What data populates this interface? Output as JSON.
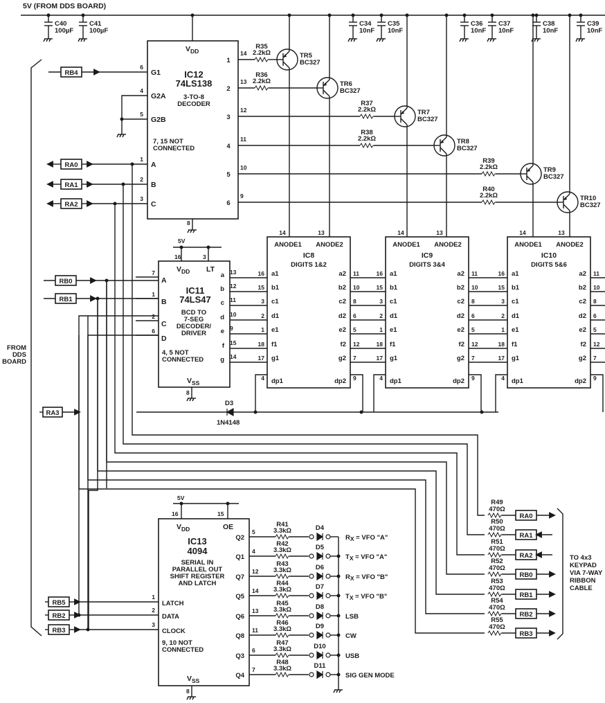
{
  "title": "5V (FROM DDS BOARD)",
  "side_labels": {
    "from_dds": [
      "FROM",
      "DDS",
      "BOARD"
    ],
    "to_keypad": [
      "TO 4x3",
      "KEYPAD",
      "VIA 7-WAY",
      "RIBBON",
      "CABLE"
    ]
  },
  "supply": {
    "five_v": "5V",
    "ground_symbol": "ground-icon"
  },
  "capacitors": [
    {
      "ref": "C40",
      "value": "100µF"
    },
    {
      "ref": "C41",
      "value": "100µF"
    },
    {
      "ref": "C34",
      "value": "10nF"
    },
    {
      "ref": "C35",
      "value": "10nF"
    },
    {
      "ref": "C36",
      "value": "10nF"
    },
    {
      "ref": "C37",
      "value": "10nF"
    },
    {
      "ref": "C38",
      "value": "10nF"
    },
    {
      "ref": "C39",
      "value": "10nF"
    }
  ],
  "ic12": {
    "ref": "IC12",
    "part": "74LS138",
    "desc1": "3-TO-8",
    "desc2": "DECODER",
    "note1": "7, 15 NOT",
    "note2": "CONNECTED",
    "vdd": "V",
    "vdd_sub": "DD",
    "gnd_pin": "8",
    "inputs": [
      {
        "pin": "6",
        "name": "G1"
      },
      {
        "pin": "4",
        "name": "G2A"
      },
      {
        "pin": "5",
        "name": "G2B"
      },
      {
        "pin": "1",
        "name": "A"
      },
      {
        "pin": "2",
        "name": "B"
      },
      {
        "pin": "3",
        "name": "C"
      }
    ],
    "outputs": [
      {
        "pin": "1",
        "ext": "14"
      },
      {
        "pin": "2",
        "ext": "13"
      },
      {
        "pin": "3",
        "ext": "12"
      },
      {
        "pin": "4",
        "ext": "11"
      },
      {
        "pin": "5",
        "ext": "10"
      },
      {
        "pin": "6",
        "ext": "9"
      }
    ]
  },
  "transistors": [
    {
      "ref": "TR5",
      "part": "BC327",
      "r_ref": "R35",
      "r_val": "2.2kΩ"
    },
    {
      "ref": "TR6",
      "part": "BC327",
      "r_ref": "R36",
      "r_val": "2.2kΩ"
    },
    {
      "ref": "TR7",
      "part": "BC327",
      "r_ref": "R37",
      "r_val": "2.2kΩ"
    },
    {
      "ref": "TR8",
      "part": "BC327",
      "r_ref": "R38",
      "r_val": "2.2kΩ"
    },
    {
      "ref": "TR9",
      "part": "BC327",
      "r_ref": "R39",
      "r_val": "2.2kΩ"
    },
    {
      "ref": "TR10",
      "part": "BC327",
      "r_ref": "R40",
      "r_val": "2.2kΩ"
    }
  ],
  "ports_left": {
    "rb4": "RB4",
    "ra0": "RA0",
    "ra1": "RA1",
    "ra2": "RA2",
    "rb0": "RB0",
    "rb1": "RB1",
    "ra3": "RA3",
    "rb5": "RB5",
    "rb2": "RB2",
    "rb3": "RB3"
  },
  "ic11": {
    "ref": "IC11",
    "part": "74LS47",
    "desc": [
      "BCD TO",
      "7-SEG",
      "DECODER/",
      "DRIVER"
    ],
    "note1": "4, 5 NOT",
    "note2": "CONNECTED",
    "vdd_pin": "16",
    "lt_pin": "3",
    "lt": "LT",
    "vss": "V",
    "vss_sub": "SS",
    "vdd": "V",
    "vdd_sub": "DD",
    "gnd_pin": "8",
    "inputs": [
      {
        "pin": "7",
        "name": "A"
      },
      {
        "pin": "1",
        "name": "B"
      },
      {
        "pin": "2",
        "name": "C"
      },
      {
        "pin": "6",
        "name": "D"
      }
    ],
    "outputs": [
      {
        "seg": "a",
        "pin": "13"
      },
      {
        "seg": "b",
        "pin": "12"
      },
      {
        "seg": "c",
        "pin": "11"
      },
      {
        "seg": "d",
        "pin": "10"
      },
      {
        "seg": "e",
        "pin": "9"
      },
      {
        "seg": "f",
        "pin": "15"
      },
      {
        "seg": "g",
        "pin": "14"
      }
    ]
  },
  "displays": [
    {
      "ref": "IC8",
      "digits": "DIGITS 1&2"
    },
    {
      "ref": "IC9",
      "digits": "DIGITS 3&4"
    },
    {
      "ref": "IC10",
      "digits": "DIGITS 5&6"
    }
  ],
  "display_pins": {
    "anode1": "ANODE1",
    "anode2": "ANODE2",
    "anode1_pin": "14",
    "anode2_pin": "13",
    "left": [
      {
        "pin": "16",
        "name": "a1"
      },
      {
        "pin": "15",
        "name": "b1"
      },
      {
        "pin": "3",
        "name": "c1"
      },
      {
        "pin": "2",
        "name": "d1"
      },
      {
        "pin": "1",
        "name": "e1"
      },
      {
        "pin": "18",
        "name": "f1"
      },
      {
        "pin": "17",
        "name": "g1"
      },
      {
        "pin": "4",
        "name": "dp1"
      }
    ],
    "right": [
      {
        "pin": "11",
        "name": "a2"
      },
      {
        "pin": "10",
        "name": "b2"
      },
      {
        "pin": "8",
        "name": "c2"
      },
      {
        "pin": "6",
        "name": "d2"
      },
      {
        "pin": "5",
        "name": "e2"
      },
      {
        "pin": "12",
        "name": "f2"
      },
      {
        "pin": "7",
        "name": "g2"
      },
      {
        "pin": "9",
        "name": "dp2"
      }
    ]
  },
  "d3": {
    "ref": "D3",
    "part": "1N4148"
  },
  "ic13": {
    "ref": "IC13",
    "part": "4094",
    "desc": [
      "SERIAL IN",
      "PARALLEL OUT",
      "SHIFT REGISTER",
      "AND LATCH"
    ],
    "note1": "9, 10 NOT",
    "note2": "CONNECTED",
    "vdd_pin": "16",
    "oe_pin": "15",
    "oe": "OE",
    "gnd_pin": "8",
    "vdd": "V",
    "vdd_sub": "DD",
    "vss": "V",
    "vss_sub": "SS",
    "inputs": [
      {
        "pin": "1",
        "name": "LATCH"
      },
      {
        "pin": "2",
        "name": "DATA"
      },
      {
        "pin": "3",
        "name": "CLOCK"
      }
    ],
    "outputs": [
      {
        "q": "Q2",
        "pin": "5",
        "r_ref": "R41",
        "r_val": "3.3kΩ",
        "led": "D4",
        "label": "R",
        "sub": "X",
        "rest": " = VFO \"A\""
      },
      {
        "q": "Q1",
        "pin": "4",
        "r_ref": "R42",
        "r_val": "3.3kΩ",
        "led": "D5",
        "label": "T",
        "sub": "X",
        "rest": " = VFO \"A\""
      },
      {
        "q": "Q7",
        "pin": "12",
        "r_ref": "R43",
        "r_val": "3.3kΩ",
        "led": "D6",
        "label": "R",
        "sub": "X",
        "rest": " = VFO \"B\""
      },
      {
        "q": "Q5",
        "pin": "14",
        "r_ref": "R44",
        "r_val": "3.3kΩ",
        "led": "D7",
        "label": "T",
        "sub": "X",
        "rest": " = VFO \"B\""
      },
      {
        "q": "Q6",
        "pin": "13",
        "r_ref": "R45",
        "r_val": "3.3kΩ",
        "led": "D8",
        "label": "LSB",
        "sub": "",
        "rest": ""
      },
      {
        "q": "Q8",
        "pin": "11",
        "r_ref": "R46",
        "r_val": "3.3kΩ",
        "led": "D9",
        "label": "CW",
        "sub": "",
        "rest": ""
      },
      {
        "q": "Q3",
        "pin": "6",
        "r_ref": "R47",
        "r_val": "3.3kΩ",
        "led": "D10",
        "label": "USB",
        "sub": "",
        "rest": ""
      },
      {
        "q": "Q4",
        "pin": "7",
        "r_ref": "R48",
        "r_val": "3.3kΩ",
        "led": "D11",
        "label": "SIG GEN MODE",
        "sub": "",
        "rest": ""
      }
    ]
  },
  "keypad_lines": [
    {
      "r_ref": "R49",
      "r_val": "470Ω",
      "port": "RA0",
      "dir": "out"
    },
    {
      "r_ref": "R50",
      "r_val": "470Ω",
      "port": "RA1",
      "dir": "in"
    },
    {
      "r_ref": "R51",
      "r_val": "470Ω",
      "port": "RA2",
      "dir": "in"
    },
    {
      "r_ref": "R52",
      "r_val": "470Ω",
      "port": "RB0",
      "dir": "out"
    },
    {
      "r_ref": "R53",
      "r_val": "470Ω",
      "port": "RB1",
      "dir": "out"
    },
    {
      "r_ref": "R54",
      "r_val": "470Ω",
      "port": "RB2",
      "dir": "out"
    },
    {
      "r_ref": "R55",
      "r_val": "470Ω",
      "port": "RB3",
      "dir": "out"
    }
  ]
}
